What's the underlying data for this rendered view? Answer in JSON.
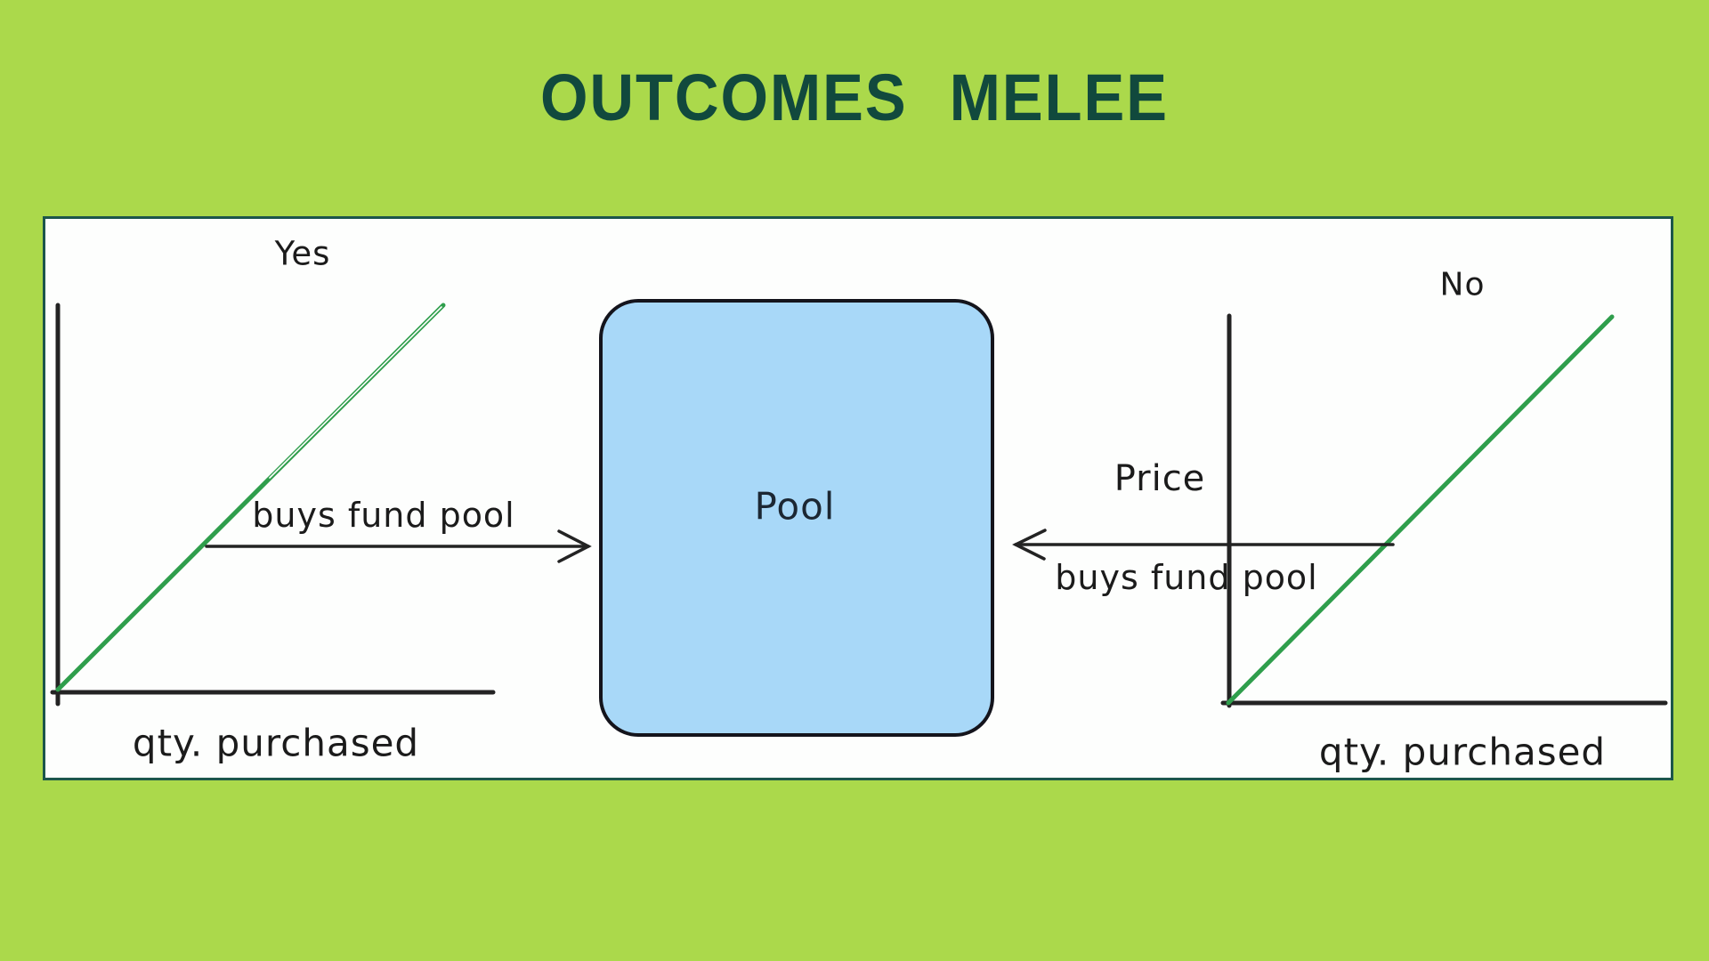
{
  "title": "OUTCOMES MELEE",
  "colors": {
    "background": "#abd94b",
    "title_text": "#11493d",
    "panel_background": "#fdfefd",
    "panel_border": "#1c564b",
    "price_line_green": "#2f9e4c",
    "pool_fill": "#a8d8f8",
    "pool_border": "#14141c",
    "ink": "#232323"
  },
  "diagram": {
    "left_chart": {
      "outcome_label": "Yes",
      "x_axis_label": "qty. purchased",
      "arrow_label": "buys fund pool",
      "arrow_direction": "right-into-pool"
    },
    "pool": {
      "label": "Pool"
    },
    "right_chart": {
      "outcome_label": "No",
      "y_axis_label": "Price",
      "x_axis_label": "qty. purchased",
      "arrow_label": "buys fund pool",
      "arrow_direction": "left-into-pool"
    }
  }
}
